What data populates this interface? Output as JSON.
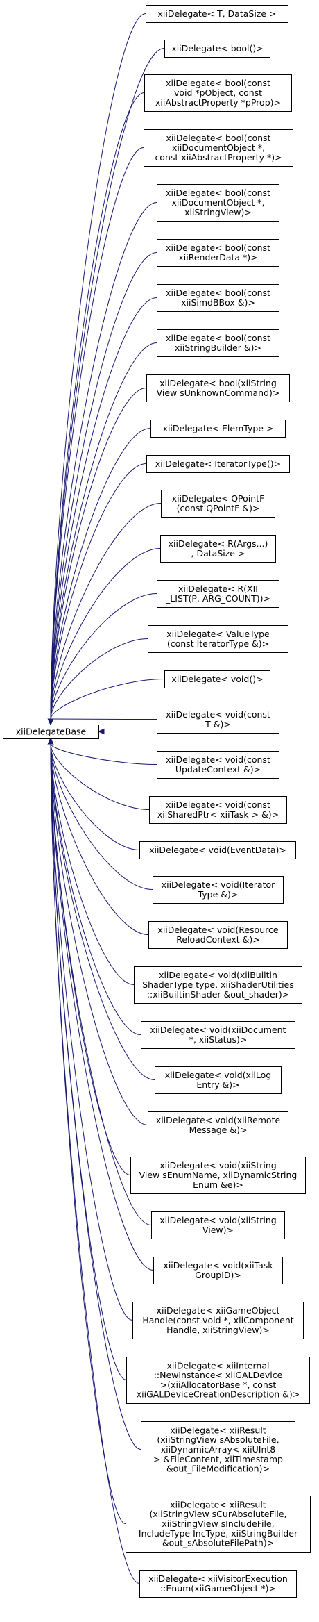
{
  "base": {
    "label": [
      "xiiDelegateBase"
    ]
  },
  "derived": [
    {
      "label": [
        "xiiDelegate< T, DataSize >"
      ]
    },
    {
      "label": [
        "xiiDelegate< bool()>"
      ]
    },
    {
      "label": [
        "xiiDelegate< bool(const",
        "void *pObject, const",
        "xiiAbstractProperty *pProp)>"
      ]
    },
    {
      "label": [
        "xiiDelegate< bool(const",
        "xiiDocumentObject *,",
        "const xiiAbstractProperty *)>"
      ]
    },
    {
      "label": [
        "xiiDelegate< bool(const",
        "xiiDocumentObject *,",
        "xiiStringView)>"
      ]
    },
    {
      "label": [
        "xiiDelegate< bool(const",
        "xiiRenderData *)>"
      ]
    },
    {
      "label": [
        "xiiDelegate< bool(const",
        "xiiSimdBBox &)>"
      ]
    },
    {
      "label": [
        "xiiDelegate< bool(const",
        "xiiStringBuilder &)>"
      ]
    },
    {
      "label": [
        "xiiDelegate< bool(xiiString",
        "View sUnknownCommand)>"
      ]
    },
    {
      "label": [
        "xiiDelegate< ElemType >"
      ]
    },
    {
      "label": [
        "xiiDelegate< IteratorType()>"
      ]
    },
    {
      "label": [
        "xiiDelegate< QPointF",
        "(const QPointF &)>"
      ]
    },
    {
      "label": [
        "xiiDelegate< R(Args...)",
        ", DataSize >"
      ]
    },
    {
      "label": [
        "xiiDelegate< R(XII",
        "_LIST(P, ARG_COUNT))>"
      ]
    },
    {
      "label": [
        "xiiDelegate< ValueType",
        "(const IteratorType &)>"
      ]
    },
    {
      "label": [
        "xiiDelegate< void()>"
      ]
    },
    {
      "label": [
        "xiiDelegate< void(const",
        "T &)>"
      ]
    },
    {
      "label": [
        "xiiDelegate< void(const",
        "UpdateContext &)>"
      ]
    },
    {
      "label": [
        "xiiDelegate< void(const",
        "xiiSharedPtr< xiiTask > &)>"
      ]
    },
    {
      "label": [
        "xiiDelegate< void(EventData)>"
      ]
    },
    {
      "label": [
        "xiiDelegate< void(Iterator",
        "Type &)>"
      ]
    },
    {
      "label": [
        "xiiDelegate< void(Resource",
        "ReloadContext &)>"
      ]
    },
    {
      "label": [
        "xiiDelegate< void(xiiBuiltin",
        "ShaderType type, xiiShaderUtilities",
        "::xiiBuiltinShader &out_shader)>"
      ]
    },
    {
      "label": [
        "xiiDelegate< void(xiiDocument",
        "*, xiiStatus)>"
      ]
    },
    {
      "label": [
        "xiiDelegate< void(xiiLog",
        "Entry &)>"
      ]
    },
    {
      "label": [
        "xiiDelegate< void(xiiRemote",
        "Message &)>"
      ]
    },
    {
      "label": [
        "xiiDelegate< void(xiiString",
        "View sEnumName, xiiDynamicString",
        "Enum &e)>"
      ]
    },
    {
      "label": [
        "xiiDelegate< void(xiiString",
        "View)>"
      ]
    },
    {
      "label": [
        "xiiDelegate< void(xiiTask",
        "GroupID)>"
      ]
    },
    {
      "label": [
        "xiiDelegate< xiiGameObject",
        "Handle(const void *, xiiComponent",
        "Handle, xiiStringView)>"
      ]
    },
    {
      "label": [
        "xiiDelegate< xiiInternal",
        "::NewInstance< xiiGALDevice",
        ">(xiiAllocatorBase *, const",
        "xiiGALDeviceCreationDescription &)>"
      ]
    },
    {
      "label": [
        "xiiDelegate< xiiResult",
        "(xiiStringView sAbsoluteFile,",
        "xiiDynamicArray< xiiUInt8",
        "> &FileContent, xiiTimestamp",
        "&out_FileModification)>"
      ]
    },
    {
      "label": [
        "xiiDelegate< xiiResult",
        "(xiiStringView sCurAbsoluteFile,",
        "xiiStringView sIncludeFile,",
        "IncludeType IncType, xiiStringBuilder",
        "&out_sAbsoluteFilePath)>"
      ]
    },
    {
      "label": [
        "xiiDelegate< xiiVisitorExecution",
        "::Enum(xiiGameObject *)>"
      ]
    }
  ]
}
